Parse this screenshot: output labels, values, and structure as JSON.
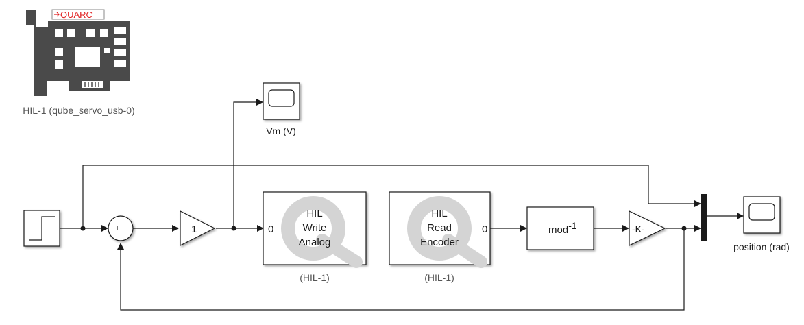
{
  "hil_card": {
    "brand": "QUARC",
    "caption": "HIL-1 (qube_servo_usb-0)"
  },
  "scopes": {
    "vm": {
      "caption": "Vm (V)"
    },
    "position": {
      "caption": "position (rad)"
    }
  },
  "sum": {
    "plus": "+",
    "minus": "_"
  },
  "gain1": {
    "label": "1"
  },
  "hil_write": {
    "lines": [
      "HIL",
      "Write",
      "Analog"
    ],
    "port": "0",
    "caption": "(HIL-1)"
  },
  "hil_read": {
    "lines": [
      "HIL",
      "Read",
      "Encoder"
    ],
    "port": "0",
    "caption": "(HIL-1)"
  },
  "mod_block": {
    "label": "mod",
    "superscript": "-1"
  },
  "gain_k": {
    "label": "-K-"
  },
  "colors": {
    "line": "#1a1a1a",
    "card": "#4a4a4a",
    "brand": "#e02020",
    "q_watermark": "#d4d4d4",
    "caption": "#555555"
  },
  "icons": [
    "step-icon",
    "scope-icon",
    "hil-card-icon",
    "quarc-q-watermark"
  ]
}
